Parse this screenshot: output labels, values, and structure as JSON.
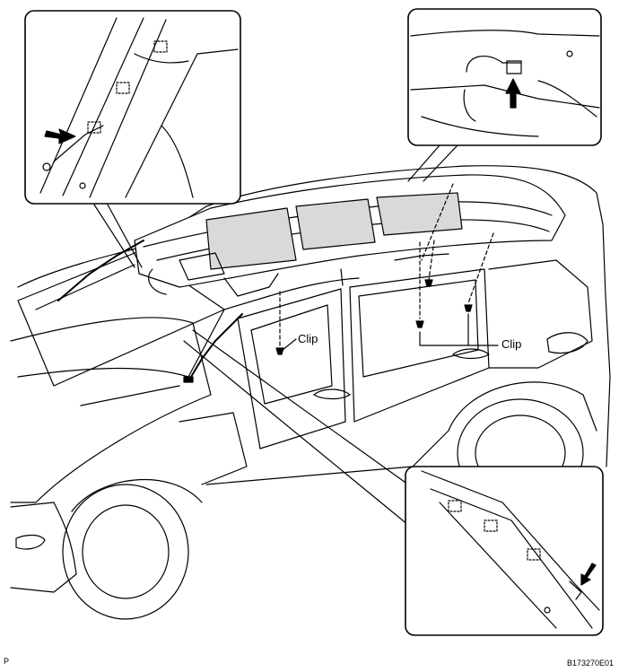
{
  "labels": {
    "clip_left": "Clip",
    "clip_right": "Clip",
    "corner_left": "P",
    "figure_code": "B173270E01"
  },
  "icons": {
    "insets": [
      "inset-a-pillar-upper-left",
      "inset-rear-connector-upper-right",
      "inset-a-pillar-lower-right"
    ],
    "arrows": [
      "push-arrow-icon",
      "lift-arrow-icon",
      "push-arrow-icon"
    ]
  },
  "colors": {
    "line": "#000000",
    "fill": "#ffffff",
    "shade": "#d9d9d9"
  }
}
